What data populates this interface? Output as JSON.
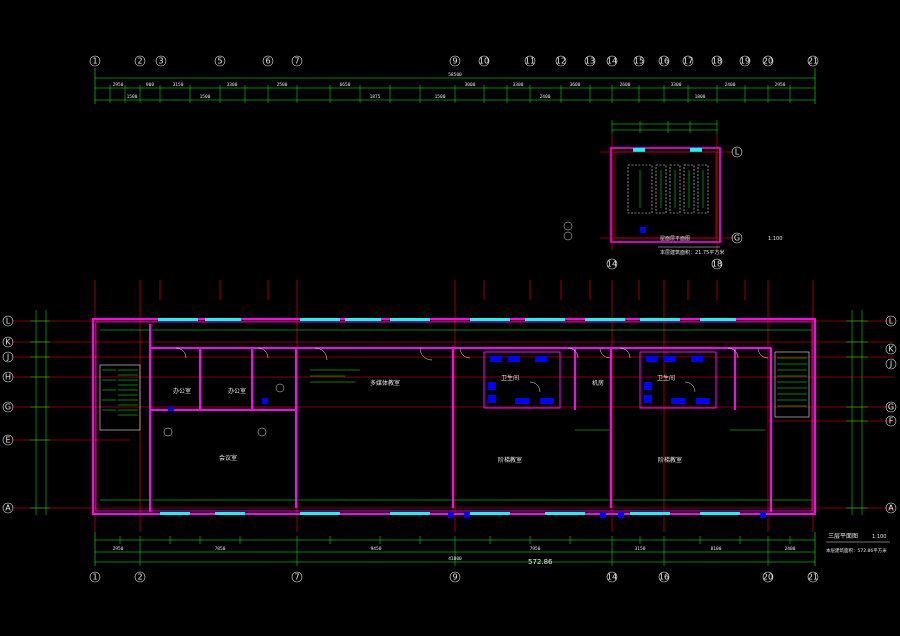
{
  "drawing": {
    "top_axes": [
      "1",
      "2",
      "3",
      "5",
      "6",
      "7",
      "9",
      "10",
      "11",
      "12",
      "13",
      "14",
      "15",
      "16",
      "17",
      "18",
      "19",
      "20",
      "21"
    ],
    "bottom_axes": [
      "1",
      "2",
      "7",
      "9",
      "14",
      "16",
      "20",
      "21"
    ],
    "left_axes": [
      "L",
      "K",
      "J",
      "H",
      "G",
      "E",
      "A"
    ],
    "right_axes": [
      "L",
      "K",
      "J",
      "G",
      "F",
      "A"
    ],
    "detail_axes_right": [
      "L",
      "G"
    ],
    "detail_axes_bottom": [
      "14",
      "18"
    ],
    "rooms": {
      "office1": "办公室",
      "office2": "办公室",
      "meeting": "会议室",
      "machine": "机房",
      "conf_big": "多媒体教室",
      "conf_a": "阶梯教室",
      "conf_b": "阶梯教室",
      "wc_left": "卫生间",
      "wc_right": "卫生间"
    },
    "title_block": {
      "title": "三层平面图",
      "scale": "1:100",
      "note": "本层建筑面积：572.86平方米"
    },
    "total_label": "572.86",
    "detail_title": "屋面层平面图",
    "detail_scale": "1:100",
    "detail_note": "本层建筑面积：21.75平方米",
    "colors": {
      "background": "#000000",
      "axis_line": "#ff0000",
      "wall": "#ff00ff",
      "dimension": "#00ff00",
      "window": "#00ffff",
      "fixture": "#0000ff",
      "text": "#ffffff"
    }
  }
}
